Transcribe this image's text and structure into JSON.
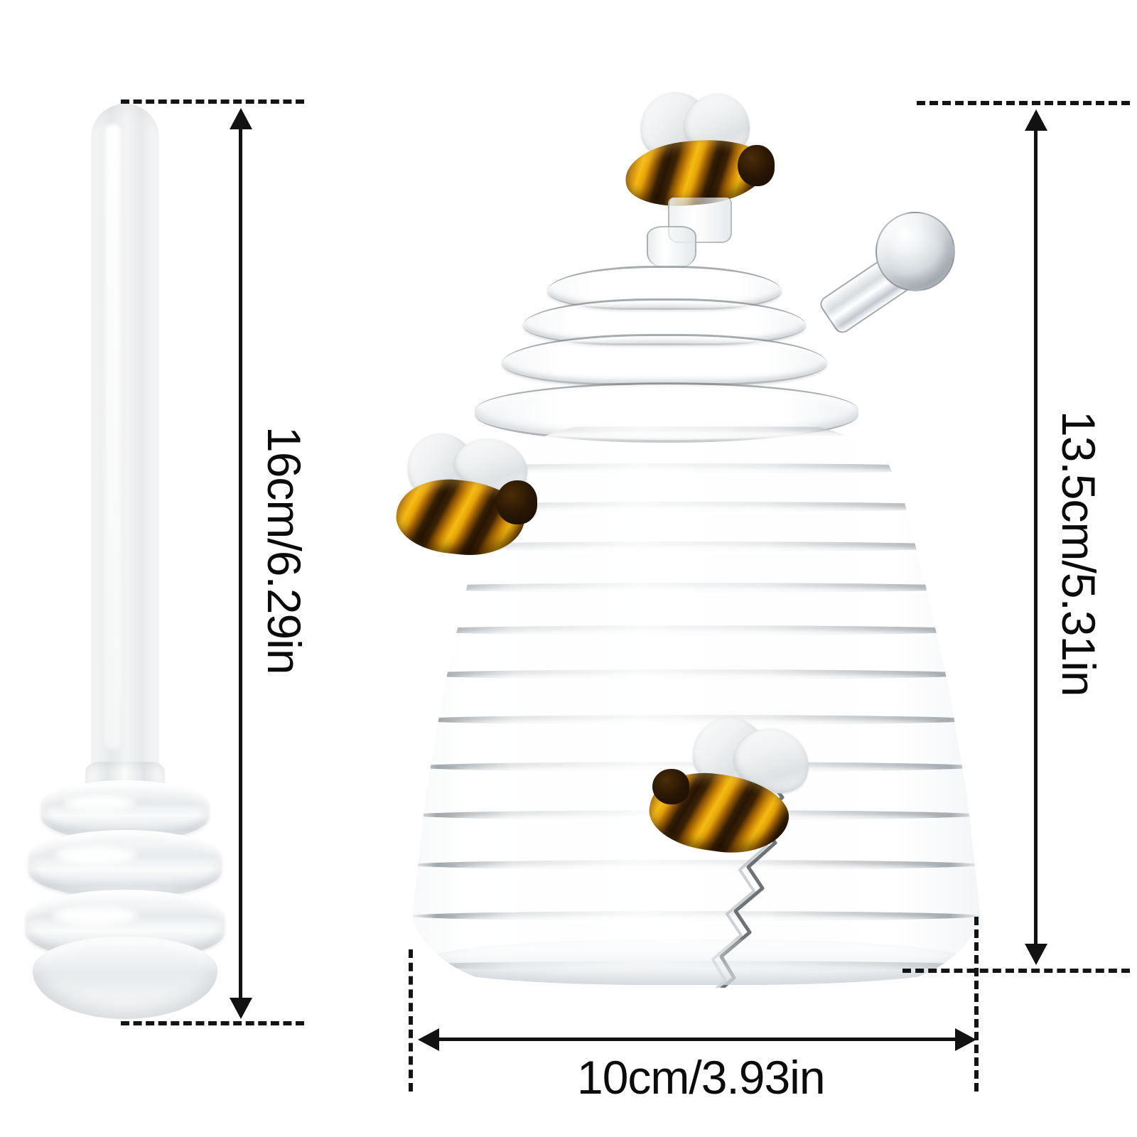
{
  "image": {
    "subject": "glass-honey-jar-with-dipper",
    "background_color": "#ffffff",
    "annotation_color": "#121212"
  },
  "dimensions": {
    "dipper_height": {
      "label": "16cm/6.29in",
      "orientation": "vertical",
      "measures": "honey-dipper-length"
    },
    "jar_height": {
      "label": "13.5cm/5.31in",
      "orientation": "vertical",
      "measures": "honey-jar-total-height"
    },
    "jar_width": {
      "label": "10cm/3.93in",
      "orientation": "horizontal",
      "measures": "honey-jar-base-diameter"
    }
  },
  "products": {
    "dipper": {
      "name": "frosted-glass-honey-dipper",
      "material_color": "#eef0f2"
    },
    "jar": {
      "name": "beehive-glass-honey-jar",
      "material_color": "#f4f6f8",
      "lid": "beehive-ribbed-lid",
      "knob": "bee-figurine-finial",
      "stick": "glass-stirring-stick-with-ball-end",
      "bee_count": 3,
      "bee_body_color": "#d99206",
      "bee_stripe_color": "#2a1603",
      "bee_wing_color": "#f2f4f5"
    }
  }
}
